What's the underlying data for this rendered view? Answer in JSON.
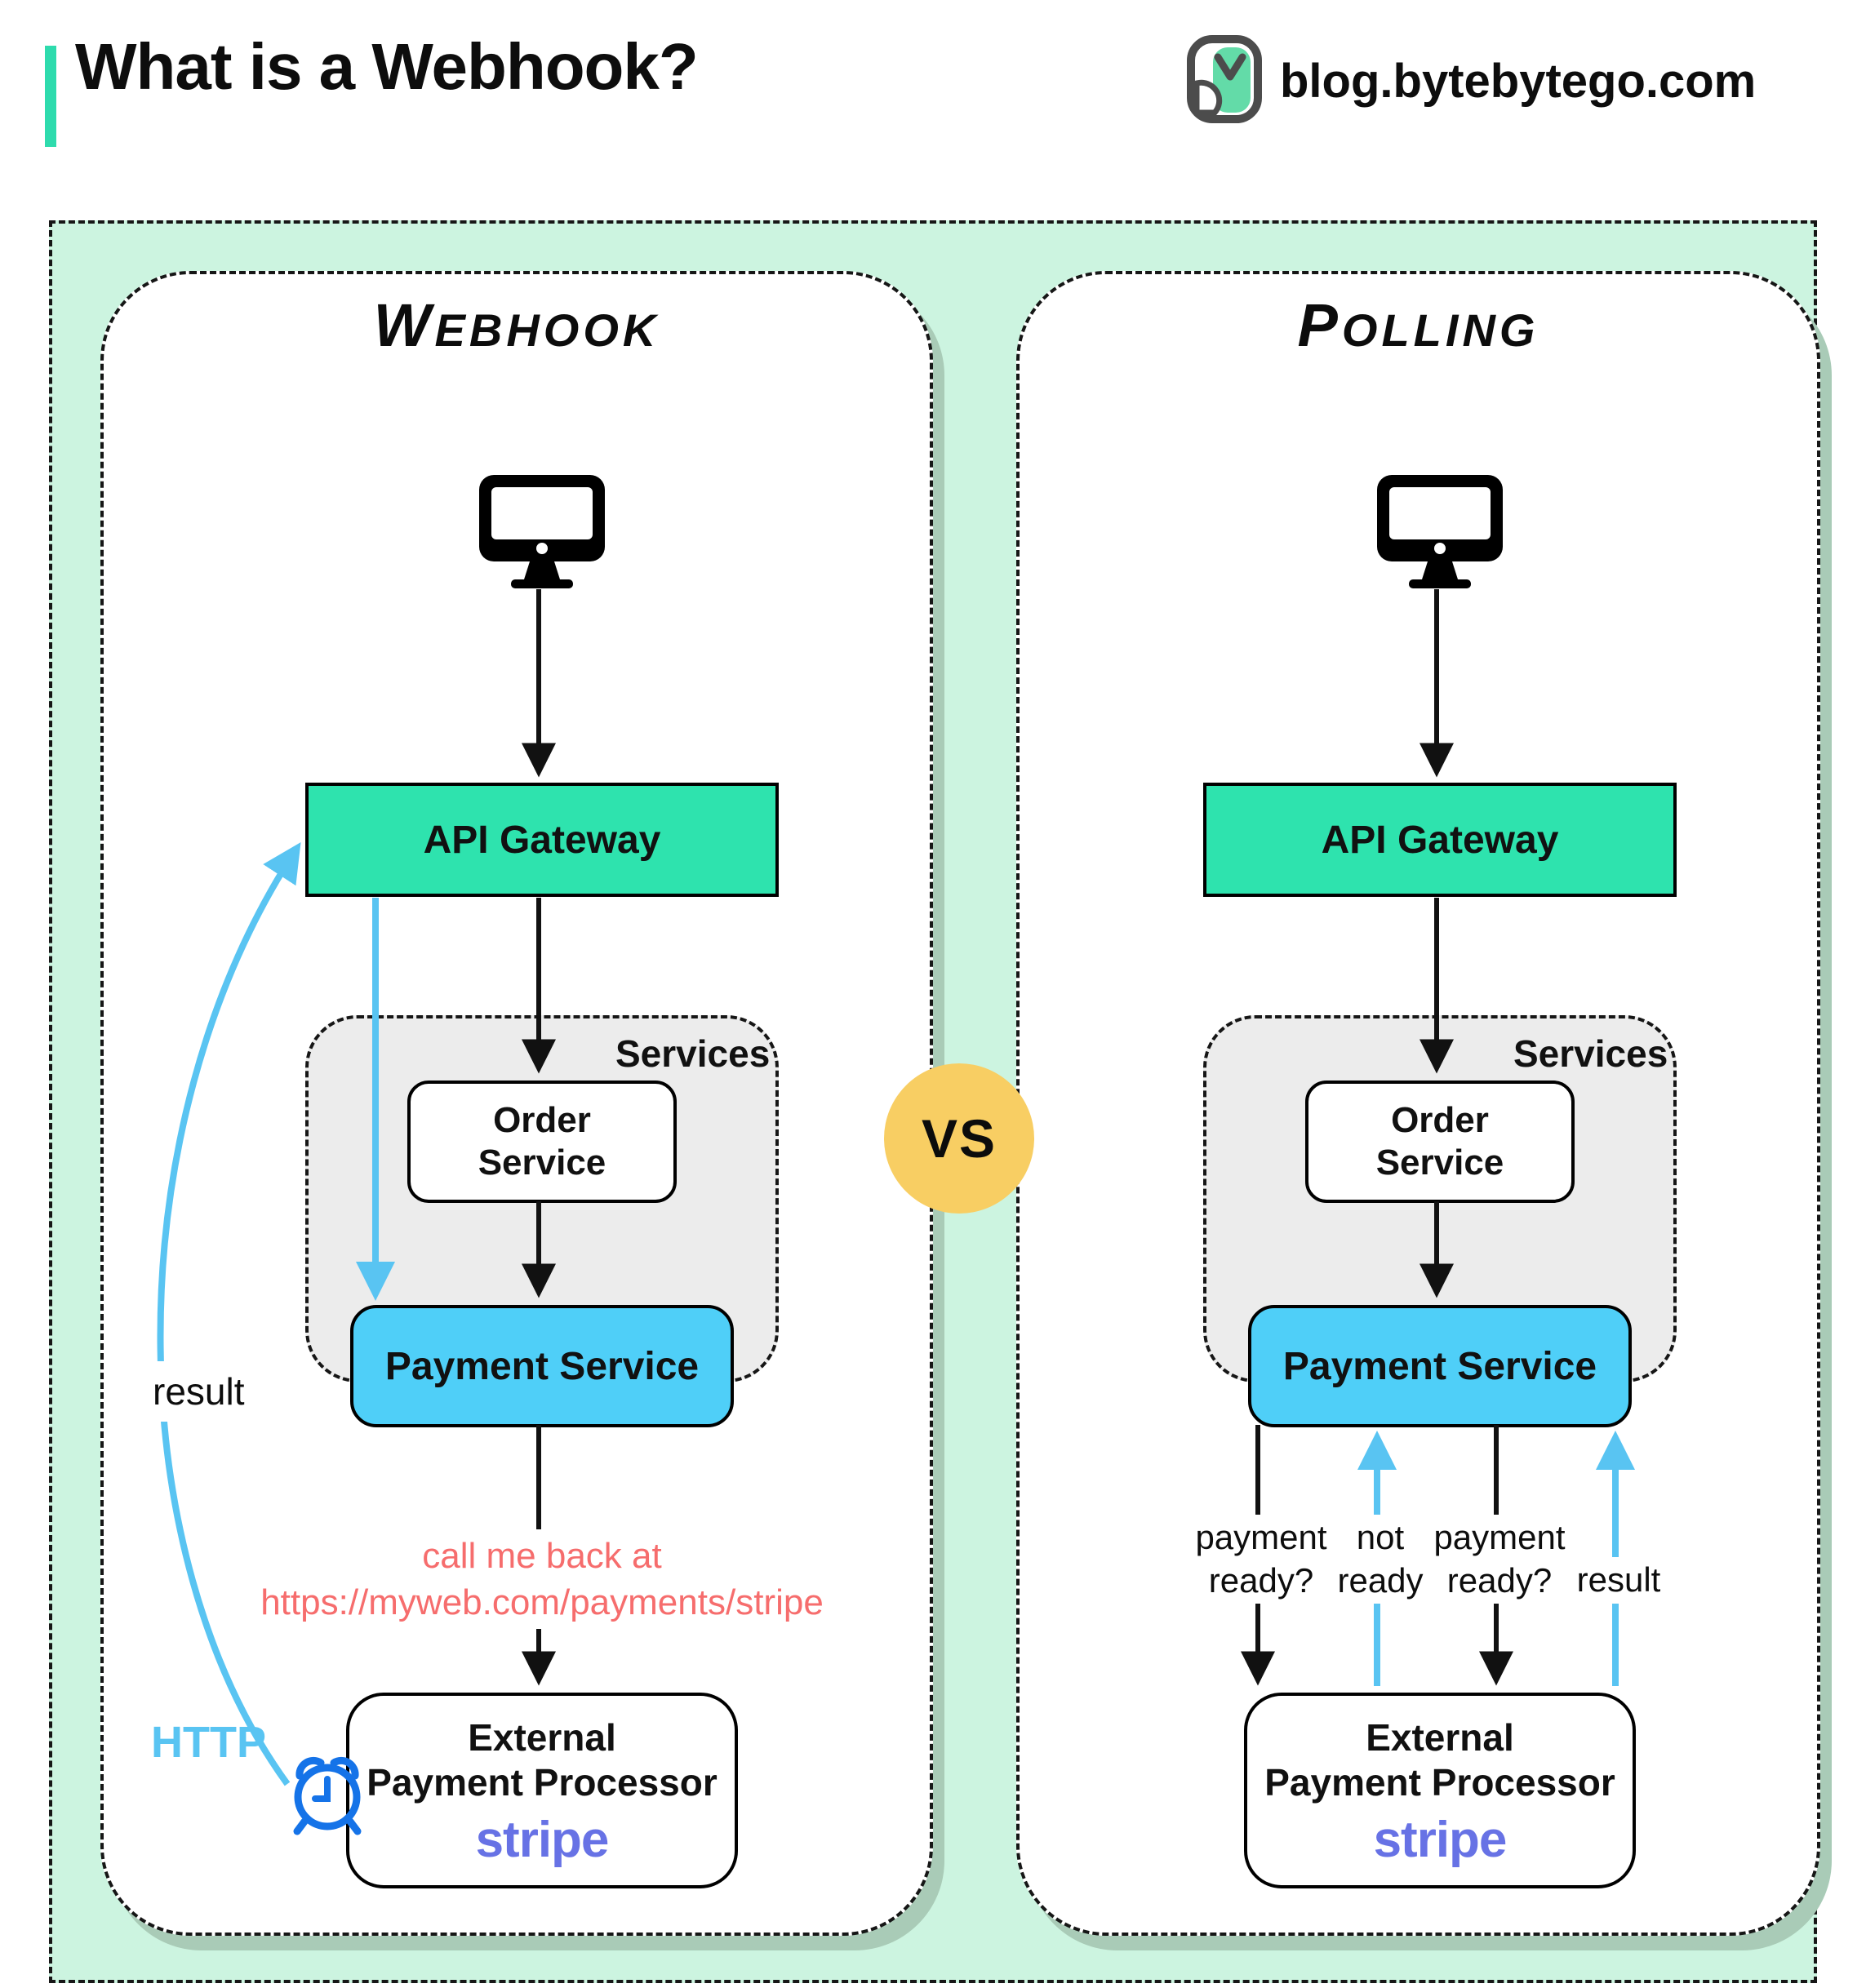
{
  "header": {
    "title": "What is a Webhook?",
    "site": "blog.bytebytego.com"
  },
  "comparison": {
    "vs_label": "VS"
  },
  "panels": {
    "webhook": {
      "title": "Webhook",
      "api_gateway_label": "API Gateway",
      "services_label": "Services",
      "order_service_label": "Order\nService",
      "payment_service_label": "Payment Service",
      "external_processor_label": "External\nPayment Processor",
      "stripe_label": "stripe",
      "callback_line1": "call me back at",
      "callback_line2": "https://myweb.com/payments/stripe",
      "result_label": "result",
      "http_label": "HTTP"
    },
    "polling": {
      "title": "Polling",
      "api_gateway_label": "API Gateway",
      "services_label": "Services",
      "order_service_label": "Order\nService",
      "payment_service_label": "Payment Service",
      "external_processor_label": "External\nPayment Processor",
      "stripe_label": "stripe",
      "arrow_labels": {
        "q1": "payment\nready?",
        "not_ready": "not\nready",
        "q2": "payment\nready?",
        "result": "result"
      }
    }
  },
  "colors": {
    "mint_bg": "#CCF4E0",
    "gateway_teal": "#2EE3AE",
    "accent_teal": "#2EDBAD",
    "payment_blue": "#4FCFF8",
    "arrow_blue": "#59C4F2",
    "clock_blue": "#1573E8",
    "callback_salmon": "#F66D6D",
    "stripe_purple": "#6772E5",
    "vs_yellow": "#F8CE63"
  }
}
